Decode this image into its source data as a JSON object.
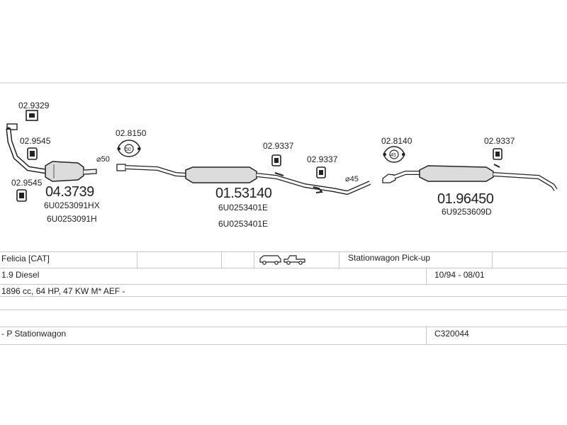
{
  "parts": {
    "clamp_top": "02.9329",
    "clamp_left_upper": "02.9545",
    "clamp_left_lower": "02.9545",
    "gasket_front": "02.8150",
    "front_pipe": {
      "number": "04.3739",
      "oem": [
        "6U0253091HX",
        "6U0253091H"
      ]
    },
    "clamp_mid_1": "02.9337",
    "clamp_mid_2": "02.9337",
    "middle_silencer": {
      "number": "01.53140",
      "oem": [
        "6U0253401E",
        "6U0253401E"
      ]
    },
    "gasket_rear": "02.8140",
    "clamp_rear": "02.9337",
    "rear_silencer": {
      "number": "01.96450",
      "oem": [
        "6U9253609D"
      ]
    },
    "diameter_front": "⌀50",
    "diameter_mid": "⌀45",
    "gasket_front_size": "50",
    "gasket_rear_size": "45"
  },
  "vehicle": {
    "model": "Felicia  [CAT]",
    "body_types": "Stationwagon Pick-up",
    "engine": "1.9 Diesel",
    "period": "10/94 - 08/01",
    "specs": "1896 cc, 64 HP, 47 KW M* AEF -",
    "variant": "- P Stationwagon",
    "catalog_code": "C320044"
  }
}
